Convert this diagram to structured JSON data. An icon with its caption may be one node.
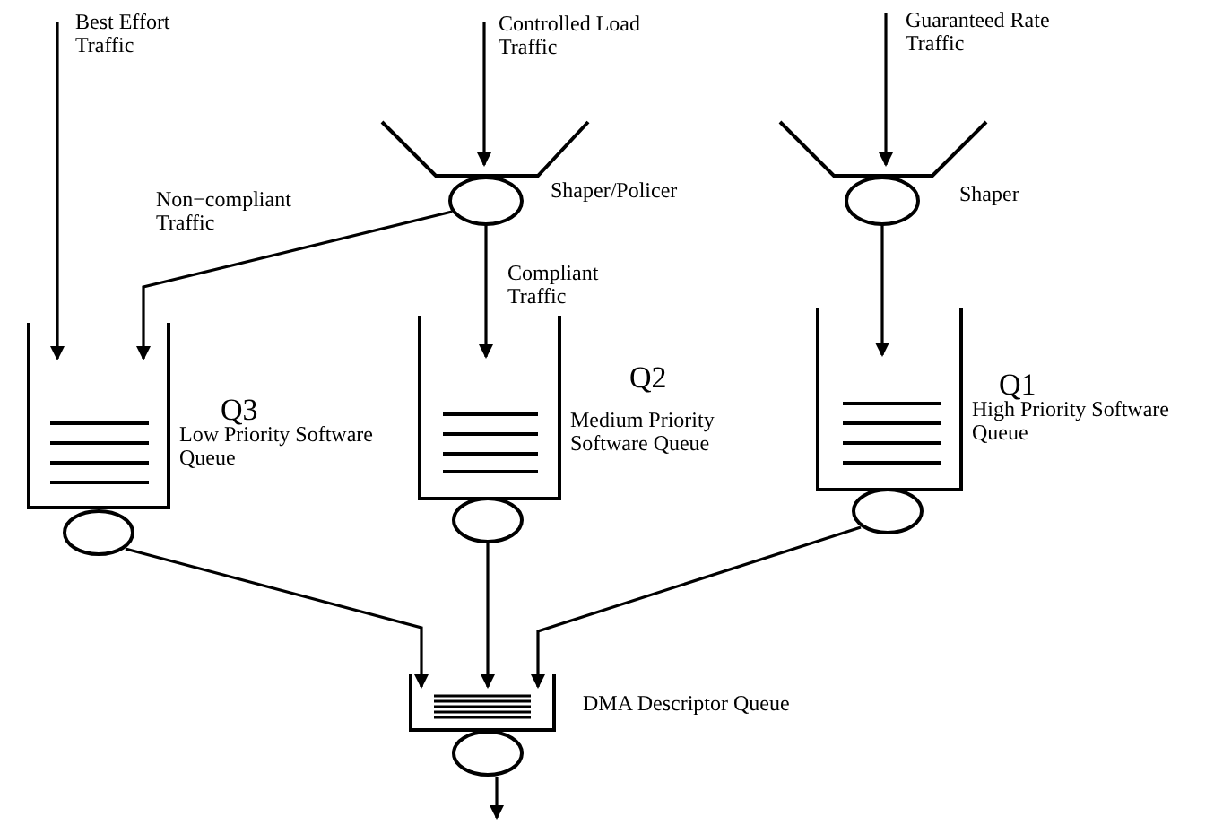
{
  "diagram": {
    "nodes": [
      {
        "text": [
          "Shaper/Policer"
        ]
      },
      {
        "text": [
          "Shaper"
        ]
      },
      {
        "text": [
          "Q3",
          "Low Priority Software Queue"
        ]
      },
      {
        "text": [],
        "shape": "circle"
      },
      {
        "text": [
          "Q2",
          "Medium Priority Software Queue"
        ]
      },
      {
        "text": [],
        "shape": "circle"
      },
      {
        "text": [
          "Q1",
          "High Priority Software Queue"
        ]
      },
      {
        "text": [],
        "shape": "circle"
      },
      {
        "text": [
          "DMA Descriptor Queue"
        ]
      },
      {
        "text": [],
        "shape": "circle"
      }
    ],
    "edges": [
      {
        "from": null,
        "to": 2,
        "arrow": "to",
        "label": "Best Effort Traffic"
      },
      {
        "from": null,
        "to": 0,
        "arrow": "to",
        "label": "Controlled Load Traffic"
      },
      {
        "from": null,
        "to": 1,
        "arrow": "to",
        "label": "Guaranteed Rate Traffic"
      },
      {
        "from": 0,
        "to": 2,
        "arrow": "to",
        "label": "Non−compliant Traffic"
      },
      {
        "from": 0,
        "to": 4,
        "arrow": "to",
        "label": "Compliant Traffic"
      },
      {
        "from": 1,
        "to": 6,
        "arrow": "to"
      },
      {
        "from": 3,
        "to": 8,
        "arrow": "to"
      },
      {
        "from": 5,
        "to": 8,
        "arrow": "to"
      },
      {
        "from": 7,
        "to": 8,
        "arrow": "to"
      },
      {
        "from": 9,
        "to": null,
        "arrow": "to"
      }
    ]
  }
}
